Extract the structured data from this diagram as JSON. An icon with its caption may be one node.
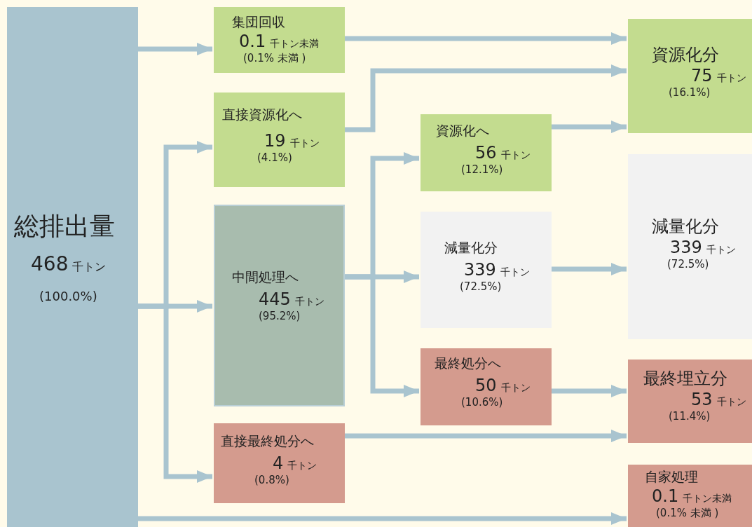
{
  "diagram": {
    "nodes": [
      {
        "text": [
          "総排出量",
          "468",
          "千トン",
          "(100.0%)"
        ]
      },
      {
        "text": [
          "集団回収",
          "0.1",
          "千トン未満",
          "(0.1% 未満 )"
        ]
      },
      {
        "text": [
          "直接資源化へ",
          "19",
          "千トン",
          "(4.1%)"
        ]
      },
      {
        "text": [
          "中間処理へ",
          "445",
          "千トン",
          "(95.2%)"
        ]
      },
      {
        "text": [
          "直接最終処分へ",
          "4",
          "千トン",
          "(0.8%)"
        ]
      },
      {
        "text": [
          "資源化へ",
          "56",
          "千トン",
          "(12.1%)"
        ]
      },
      {
        "text": [
          "減量化分",
          "339",
          "千トン",
          "(72.5%)"
        ]
      },
      {
        "text": [
          "最終処分へ",
          "50",
          "千トン",
          "(10.6%)"
        ]
      },
      {
        "text": [
          "資源化分",
          "75",
          "千トン",
          "(16.1%)"
        ]
      },
      {
        "text": [
          "減量化分",
          "339",
          "千トン",
          "(72.5%)"
        ]
      },
      {
        "text": [
          "最終埋立分",
          "53",
          "千トン",
          "(11.4%)"
        ]
      },
      {
        "text": [
          "自家処理",
          "0.1",
          "千トン未満",
          "(0.1% 未満 )"
        ]
      }
    ],
    "edges": [
      {
        "from": 0,
        "to": 1,
        "arrow": "to"
      },
      {
        "from": 0,
        "to": 2,
        "arrow": "to"
      },
      {
        "from": 0,
        "to": 3,
        "arrow": "to"
      },
      {
        "from": 0,
        "to": 4,
        "arrow": "to"
      },
      {
        "from": 0,
        "to": 11,
        "arrow": "to"
      },
      {
        "from": 1,
        "to": 8,
        "arrow": "to"
      },
      {
        "from": 2,
        "to": 8,
        "arrow": "to"
      },
      {
        "from": 3,
        "to": 5,
        "arrow": "to"
      },
      {
        "from": 3,
        "to": 6,
        "arrow": "to"
      },
      {
        "from": 3,
        "to": 7,
        "arrow": "to"
      },
      {
        "from": 5,
        "to": 8,
        "arrow": "to"
      },
      {
        "from": 6,
        "to": 9,
        "arrow": "to"
      },
      {
        "from": 7,
        "to": 10,
        "arrow": "to"
      },
      {
        "from": 4,
        "to": 10,
        "arrow": "to"
      }
    ]
  }
}
